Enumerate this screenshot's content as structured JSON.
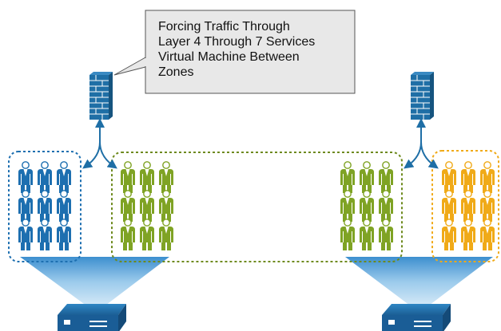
{
  "callout": {
    "lines": [
      "Forcing Traffic Through",
      "Layer 4 Through 7 Services",
      "Virtual Machine Between",
      "Zones"
    ]
  },
  "colors": {
    "blue": "#1d6fb0",
    "green": "#7fa324",
    "orange": "#f0aa18",
    "firewall": "#1f6fa6",
    "funnel": "#8cc1e6",
    "callout_fill": "#e8e8e8",
    "callout_stroke": "#555555"
  },
  "groups": [
    {
      "name": "blue-zone",
      "color_key": "blue",
      "columns": 3,
      "rows": 3
    },
    {
      "name": "green-zone-left",
      "color_key": "green",
      "columns": 3,
      "rows": 3
    },
    {
      "name": "green-zone-right",
      "color_key": "green",
      "columns": 3,
      "rows": 3
    },
    {
      "name": "orange-zone",
      "color_key": "orange",
      "columns": 3,
      "rows": 3
    }
  ],
  "icons": [
    "firewall-icon",
    "server-icon",
    "vm-person-icon"
  ]
}
